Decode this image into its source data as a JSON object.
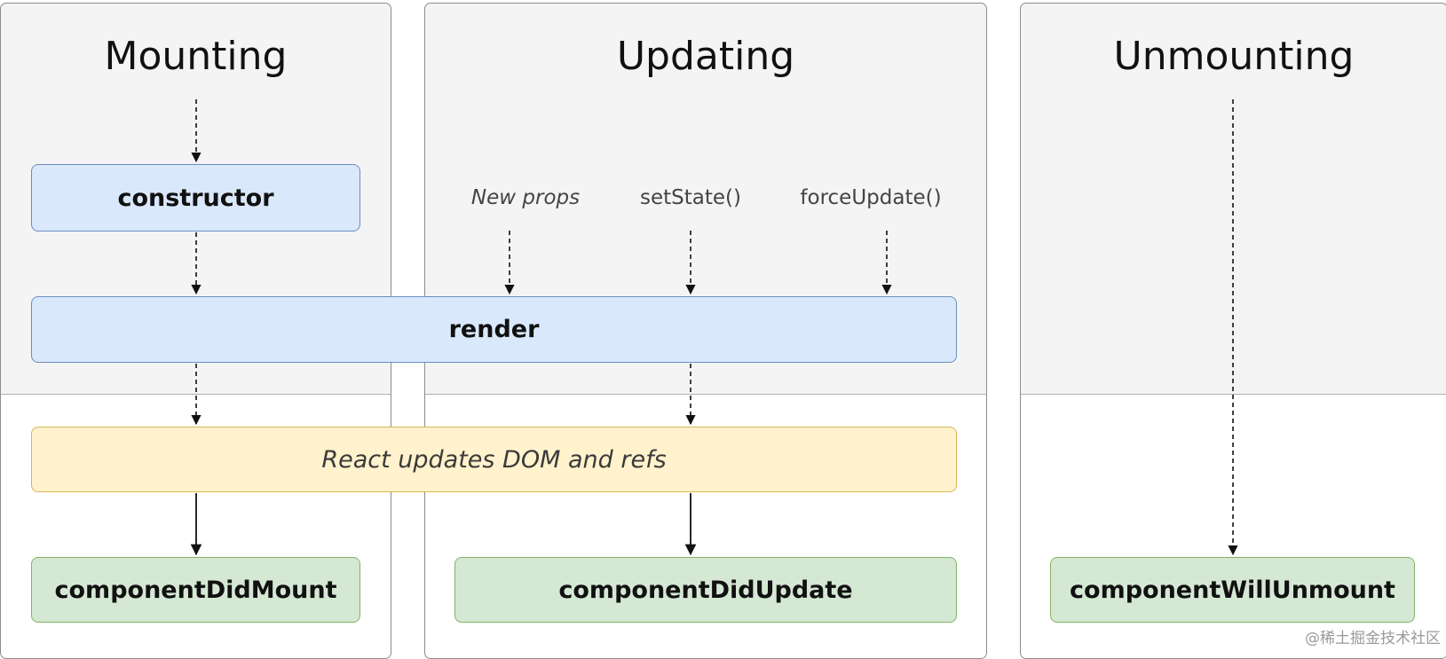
{
  "phases": {
    "mounting": "Mounting",
    "updating": "Updating",
    "unmounting": "Unmounting"
  },
  "triggers": {
    "new_props": "New props",
    "set_state": "setState()",
    "force_update": "forceUpdate()"
  },
  "methods": {
    "constructor": "constructor",
    "render": "render",
    "dom_update": "React updates DOM and refs",
    "did_mount": "componentDidMount",
    "did_update": "componentDidUpdate",
    "will_unmount": "componentWillUnmount"
  },
  "watermark": "@稀土掘金技术社区",
  "colors": {
    "panel_top": "#f4f4f4",
    "blue_fill": "#dae8fc",
    "blue_stroke": "#6c8ebf",
    "yellow_fill": "#fff2cc",
    "yellow_stroke": "#d6b656",
    "green_fill": "#d5e8d4",
    "green_stroke": "#82b366"
  }
}
